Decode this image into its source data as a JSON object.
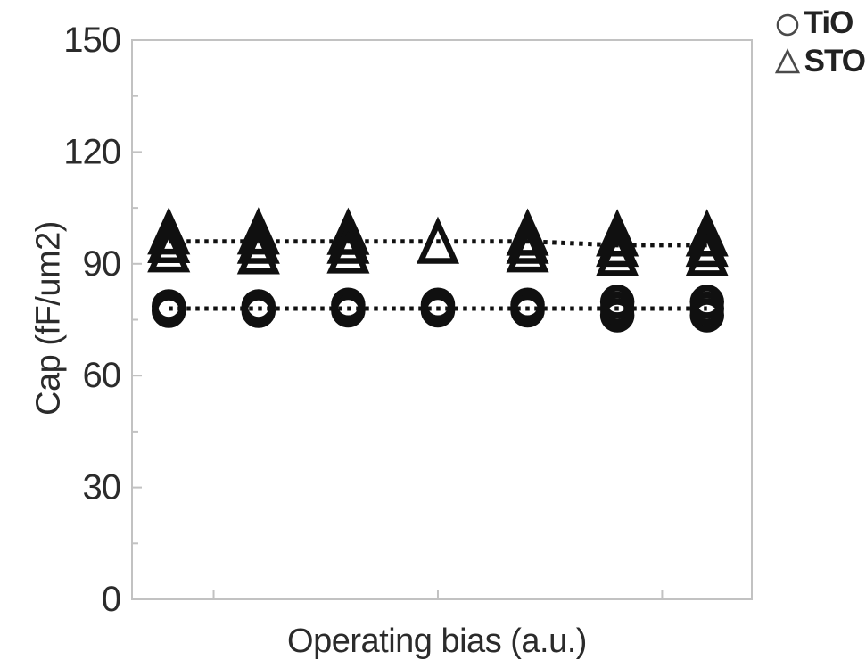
{
  "figure": {
    "background": "#ffffff",
    "text_color": "#2b2b2b",
    "axis_color": "#c2c2c2",
    "marker_color": "#101010"
  },
  "legend": {
    "position": "top-right-outside",
    "items": [
      {
        "label": "TiO",
        "marker": "circle-icon"
      },
      {
        "label": "STO",
        "marker": "triangle-icon"
      }
    ]
  },
  "chart_data": {
    "type": "scatter",
    "title": "",
    "xlabel": "Operating bias (a.u.)",
    "ylabel": "Cap (fF/um2)",
    "xlim": [
      0.59,
      7.5
    ],
    "ylim": [
      0,
      150
    ],
    "yticks": [
      0,
      30,
      60,
      90,
      120,
      150
    ],
    "ytick_labels": [
      "0",
      "30",
      "60",
      "90",
      "120",
      "150"
    ],
    "yminor_ticks": [
      15,
      45,
      75,
      105,
      135
    ],
    "xticks": [
      1.5,
      4,
      6.5
    ],
    "xtick_labels": [
      "",
      "",
      ""
    ],
    "grid": false,
    "line_style": "dotted",
    "x": [
      1,
      2,
      3,
      4,
      5,
      6,
      7
    ],
    "series": [
      {
        "name": "TiO",
        "marker": "circle",
        "values": [
          78,
          78,
          78,
          78,
          78,
          78,
          78
        ],
        "cluster_values": [
          [
            77.4,
            78.6
          ],
          [
            77.4,
            78.6
          ],
          [
            77.5,
            79
          ],
          [
            77.5,
            79
          ],
          [
            77.5,
            79
          ],
          [
            76.2,
            78,
            79.8
          ],
          [
            76.2,
            78,
            79.8
          ]
        ]
      },
      {
        "name": "STO",
        "marker": "triangle",
        "values": [
          96,
          96,
          96,
          96,
          96,
          95,
          95
        ],
        "cluster_values": [
          [
            93.5,
            96,
            98.3
          ],
          [
            93,
            95.8,
            98.3
          ],
          [
            93.2,
            95.8,
            98.2
          ],
          [
            95.8
          ],
          [
            93.5,
            95.8,
            98
          ],
          [
            92.5,
            95,
            97.8
          ],
          [
            92.5,
            95,
            97.8
          ]
        ]
      }
    ]
  }
}
